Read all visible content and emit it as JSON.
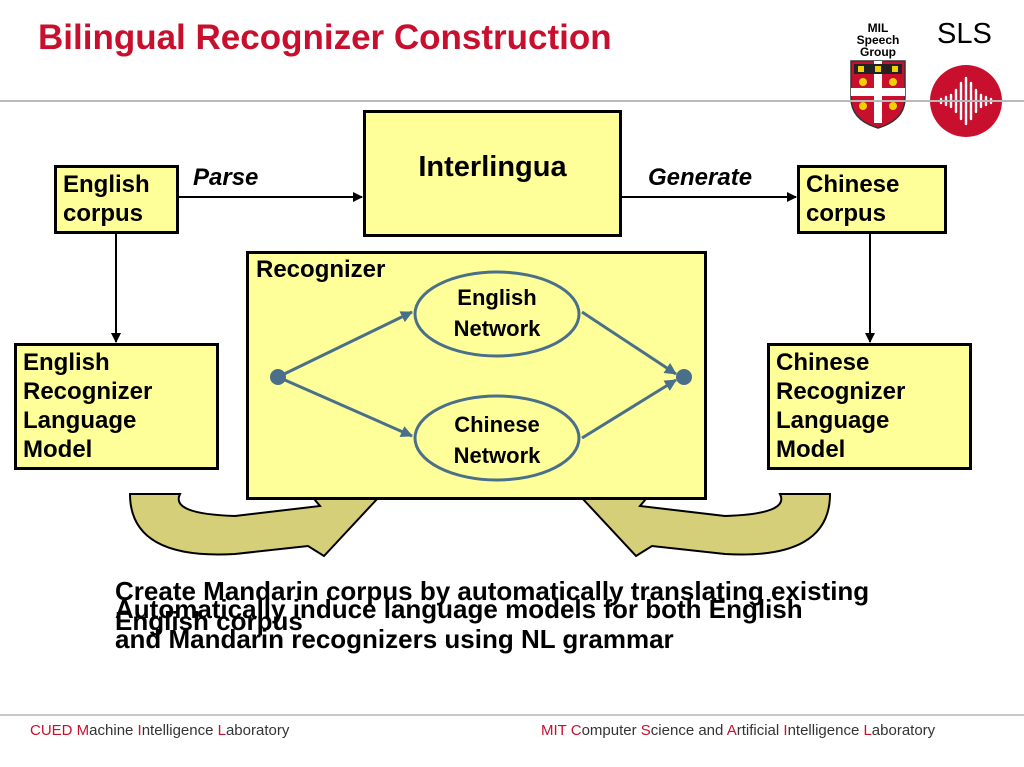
{
  "title": "Bilingual Recognizer Construction",
  "logos": {
    "mil_text": "MIL\nSpeech\nGroup",
    "sls_text": "SLS"
  },
  "diagram": {
    "interlingua": "Interlingua",
    "english_corpus": "English\ncorpus",
    "chinese_corpus": "Chinese\ncorpus",
    "parse": "Parse",
    "generate": "Generate",
    "recognizer": "Recognizer",
    "english_network": "English\nNetwork",
    "chinese_network": "Chinese\nNetwork",
    "english_lm": "English\nRecognizer\nLanguage\nModel",
    "chinese_lm": "Chinese\nRecognizer\nLanguage\nModel"
  },
  "bullets": [
    "Create Mandarin corpus by automatically translating existing\nEnglish corpus",
    "Automatically induce language models for both English\nand Mandarin recognizers using NL grammar"
  ],
  "footer": {
    "left": [
      {
        "t": "CUED ",
        "hl": true
      },
      {
        "t": "M",
        "hl": true
      },
      {
        "t": "achine ",
        "hl": false
      },
      {
        "t": "I",
        "hl": true
      },
      {
        "t": "ntelligence ",
        "hl": false
      },
      {
        "t": "L",
        "hl": true
      },
      {
        "t": "aboratory",
        "hl": false
      }
    ],
    "right": [
      {
        "t": "MIT ",
        "hl": true
      },
      {
        "t": "C",
        "hl": true
      },
      {
        "t": "omputer ",
        "hl": false
      },
      {
        "t": "S",
        "hl": true
      },
      {
        "t": "cience and ",
        "hl": false
      },
      {
        "t": "A",
        "hl": true
      },
      {
        "t": "rtificial ",
        "hl": false
      },
      {
        "t": "I",
        "hl": true
      },
      {
        "t": "ntelligence ",
        "hl": false
      },
      {
        "t": "L",
        "hl": true
      },
      {
        "t": "aboratory",
        "hl": false
      }
    ]
  },
  "colors": {
    "accent": "#c8102e",
    "box_fill": "#ffff99",
    "arrow_olive": "#d4cf78",
    "network_line": "#4a6f8a"
  }
}
